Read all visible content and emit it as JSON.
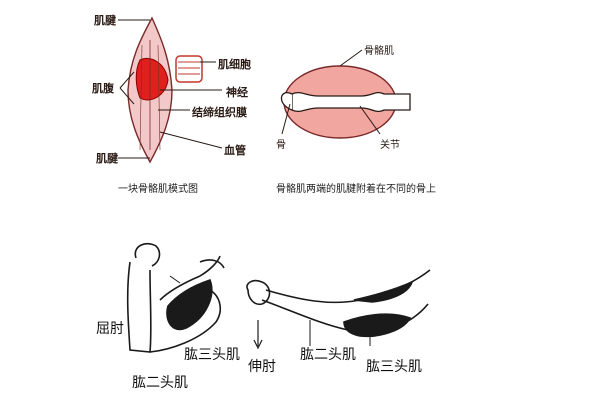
{
  "top_left": {
    "labels": {
      "tendon_top": "肌腱",
      "belly": "肌腹",
      "tendon_bottom": "肌腱",
      "muscle_cell": "肌细胞",
      "nerve": "神经",
      "connective_tissue": "结缔组织膜",
      "blood_vessel": "血管"
    },
    "caption": "一块骨骼肌模式图"
  },
  "top_right": {
    "labels": {
      "muscle": "骨骼肌",
      "bone": "骨",
      "joint": "关节"
    },
    "caption": "骨骼肌两端的肌腱附着在不同的骨上"
  },
  "bottom_left": {
    "labels": {
      "action": "屈肘",
      "triceps": "肱三头肌",
      "biceps": "肱二头肌"
    }
  },
  "bottom_right": {
    "labels": {
      "action": "伸肘",
      "biceps": "肱二头肌",
      "triceps": "肱三头肌"
    }
  }
}
